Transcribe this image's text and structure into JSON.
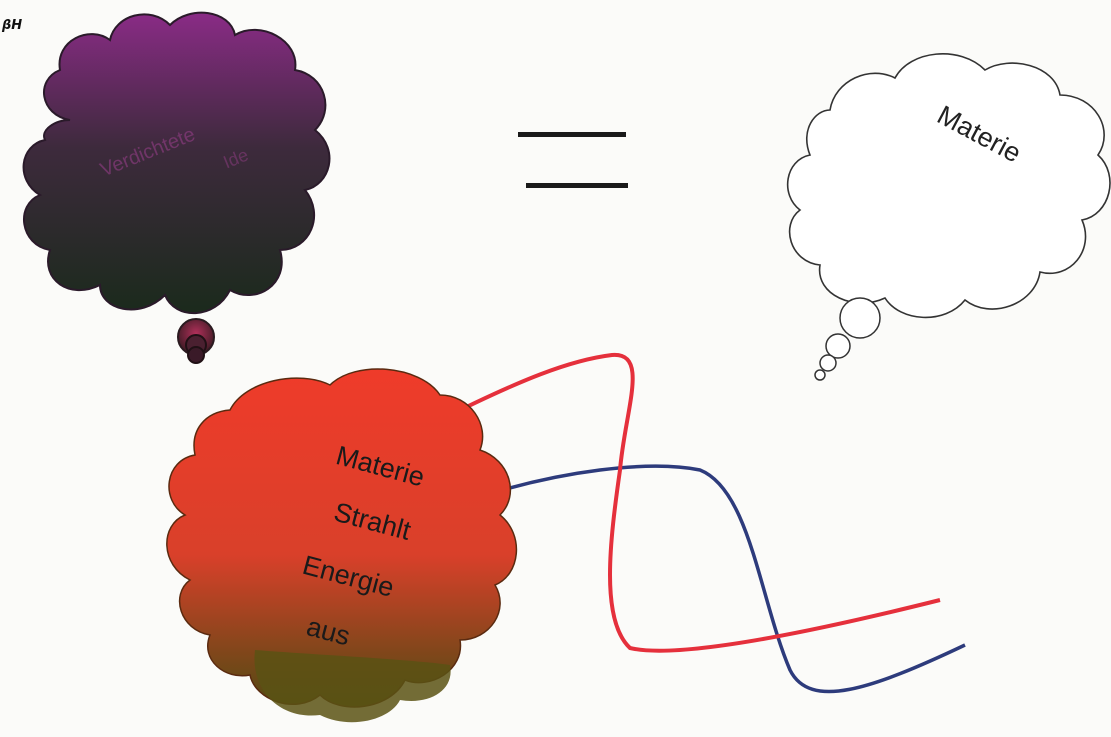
{
  "corner_label": "βH",
  "dark_cloud": {
    "line1": "Verdichtete",
    "line2": "Ide",
    "gradient_top": "#8a2b86",
    "gradient_bottom": "#1b2a1c"
  },
  "equals_sign": "=",
  "thought_cloud": {
    "label": "Materie",
    "fill": "#ffffff",
    "stroke": "#333333"
  },
  "red_cloud": {
    "lines": [
      "Materie",
      "Strahlt",
      "Energie",
      "aus"
    ],
    "gradient_top": "#ef3b2a",
    "gradient_bottom": "#4f4a12"
  },
  "waves": {
    "red_color": "#e5303c",
    "blue_color": "#2d3b7c"
  }
}
